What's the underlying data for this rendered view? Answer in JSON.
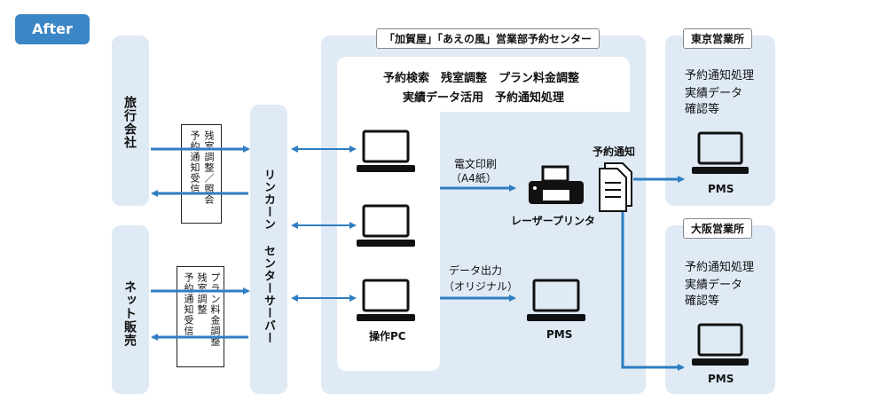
{
  "badge": "After",
  "left_entities": {
    "travel_agency": "旅行会社",
    "net_sales": "ネット販売"
  },
  "note_top": {
    "col1": "残室調整／照会",
    "col2": "予約通知受信"
  },
  "note_bottom": {
    "col1": "プラン料金調整",
    "col2": "残室調整",
    "col3": "予約通知受信"
  },
  "server": "リンカーン センターサーバー",
  "center": {
    "title": "「加賀屋」「あえの風」営業部予約センター",
    "functions_line1": "予約検索　残室調整　プラン料金調整",
    "functions_line2": "実績データ活用　予約通知処理",
    "operation_pc": "操作PC",
    "print_label_1": "電文印刷",
    "print_label_2": "（A4紙）",
    "data_label_1": "データ出力",
    "data_label_2": "（オリジナル）",
    "printer": "レーザープリンタ",
    "pms": "PMS",
    "notify": "予約通知"
  },
  "tokyo": {
    "title": "東京営業所",
    "line1": "予約通知処理",
    "line2": "実績データ",
    "line3": "確認等",
    "pms": "PMS"
  },
  "osaka": {
    "title": "大阪営業所",
    "line1": "予約通知処理",
    "line2": "実績データ",
    "line3": "確認等",
    "pms": "PMS"
  },
  "colors": {
    "arrow": "#2f7ec1",
    "panel": "#dfeaf5",
    "badge": "#3b86c6"
  }
}
